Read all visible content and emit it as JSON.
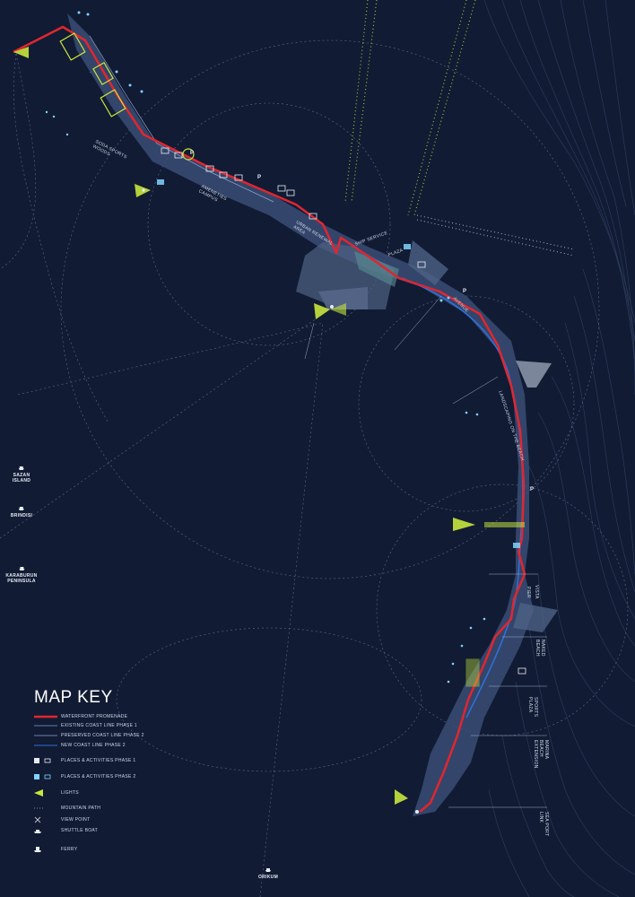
{
  "map": {
    "place_labels": [
      {
        "id": "soda",
        "text": "SODA SPORTS WOODS"
      },
      {
        "id": "ameneties",
        "text": "AMENETIES CAMPUS"
      },
      {
        "id": "urban",
        "text": "URBAN RENEWAL AREA"
      },
      {
        "id": "ship",
        "text": "SHIP SERVICE"
      },
      {
        "id": "plaza",
        "text": "PLAZA"
      },
      {
        "id": "avenue",
        "text": "AVENUE"
      },
      {
        "id": "beach",
        "text": "LANDSCAPING ON THE BEACH"
      },
      {
        "id": "vista",
        "text": "VISTA"
      },
      {
        "id": "pier",
        "text": "PIER"
      },
      {
        "id": "naked",
        "text": "NAKED BEACH"
      },
      {
        "id": "sports",
        "text": "SPORTS PLAZA"
      },
      {
        "id": "marina",
        "text": "MARINA BEACH EXTENSION"
      },
      {
        "id": "seaport",
        "text": "SEA PORT LINK"
      }
    ],
    "ports": [
      {
        "id": "sazan",
        "lines": [
          "SAZAN",
          "ISLAND"
        ]
      },
      {
        "id": "brindisi",
        "lines": [
          "BRINDISI"
        ]
      },
      {
        "id": "karaburun",
        "lines": [
          "KARABURUN",
          "PENINSULA"
        ]
      },
      {
        "id": "orikum",
        "lines": [
          "ORIKUM"
        ]
      }
    ],
    "parking_glyph": "P",
    "colors": {
      "background": "#111b33",
      "promenade": "#e0262f",
      "coast_existing": "#5f7fb0",
      "coast_phase2": "#2f6fd6",
      "lights": "#c8e63c",
      "activities_phase2": "#7fd3ff",
      "contour": "#2b3a5c"
    }
  },
  "key": {
    "title": "MAP KEY",
    "items": [
      {
        "icon": "promenade-line-icon",
        "label": "WATERFRONT PROMENADE"
      },
      {
        "icon": "existing-coast-line-icon",
        "label": "EXISTING COAST LINE PHASE 1"
      },
      {
        "icon": "preserved-coast-line-icon",
        "label": "PRESERVED COAST LINE PHASE 2"
      },
      {
        "icon": "new-coast-line-icon",
        "label": "NEW COAST LINE PHASE 2"
      },
      {
        "icon": "activities-phase1-icon",
        "label": "PLACES & ACTIVITIES PHASE 1"
      },
      {
        "icon": "activities-phase2-icon",
        "label": "PLACES & ACTIVITIES PHASE 2"
      },
      {
        "icon": "lights-icon",
        "label": "LIGHTS"
      },
      {
        "icon": "mountain-path-icon",
        "label": "MOUNTAIN PATH"
      },
      {
        "icon": "view-point-icon",
        "label": "VIEW POINT"
      },
      {
        "icon": "shuttle-boat-icon",
        "label": "SHUTTLE BOAT"
      },
      {
        "icon": "ferry-icon",
        "label": "FERRY"
      }
    ]
  }
}
